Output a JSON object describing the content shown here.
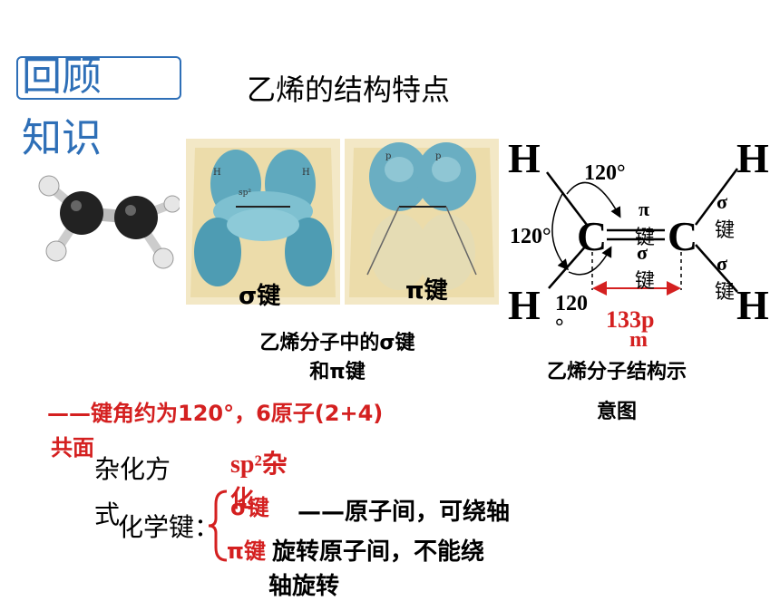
{
  "review": {
    "label_line1": "回顾",
    "label_line2": "知识"
  },
  "title": "乙烯的结构特点",
  "models": {
    "sigma_label": "σ键",
    "pi_label": "π键"
  },
  "left_caption": {
    "line1": "乙烯分子中的σ键",
    "line2": "和π键"
  },
  "diagram": {
    "h": "H",
    "c": "C",
    "angle_top": "120°",
    "angle_left": "120°",
    "angle_bottom_1": "120",
    "angle_bottom_2": "°",
    "pi_line1": "π",
    "pi_line2": "键",
    "sigma_mid_line1": "σ",
    "sigma_mid_line2": "键",
    "sigma_r1_line1": "σ",
    "sigma_r1_line2": "键",
    "sigma_r2_line1": "σ",
    "sigma_r2_line2": "键",
    "length_line1": "133p",
    "length_line2": "m",
    "caption_line1": "乙烯分子结构示",
    "caption_line2": "意图"
  },
  "notes": {
    "angle_line1": "——键角约为120°，6原子(2+4)",
    "angle_line2": "共面",
    "hybrid_label_1": "杂化方",
    "hybrid_label_2": "式",
    "hybrid_value_1": "sp²杂",
    "hybrid_value_2": "化",
    "bond_label": "化学键：",
    "sigma_bond": "σ键",
    "sigma_desc": "——原子间，可绕轴",
    "pi_bond": "π键",
    "pi_desc_1": "旋转原子间，不能绕",
    "pi_desc_2": "轴旋转"
  },
  "colors": {
    "accent_blue": "#2e6fb7",
    "accent_red": "#d42020"
  }
}
